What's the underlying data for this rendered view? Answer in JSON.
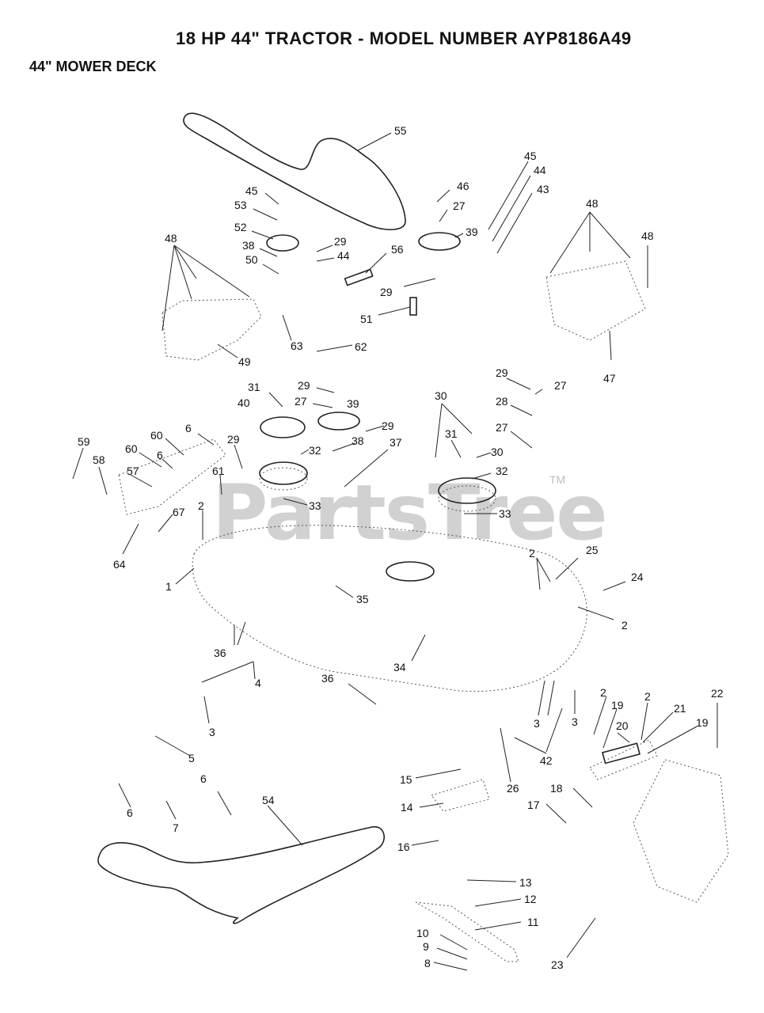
{
  "header": {
    "title": "18 HP 44\" TRACTOR - MODEL NUMBER AYP8186A49",
    "subtitle": "44\" MOWER DECK"
  },
  "watermark": {
    "text": "PartsTree",
    "tm": "TM"
  },
  "callouts": [
    {
      "id": "c55",
      "label": "55"
    },
    {
      "id": "c45a",
      "label": "45"
    },
    {
      "id": "c44a",
      "label": "44"
    },
    {
      "id": "c43",
      "label": "43"
    },
    {
      "id": "c46",
      "label": "46"
    },
    {
      "id": "c27a",
      "label": "27"
    },
    {
      "id": "c39a",
      "label": "39"
    },
    {
      "id": "c45b",
      "label": "45"
    },
    {
      "id": "c53",
      "label": "53"
    },
    {
      "id": "c52",
      "label": "52"
    },
    {
      "id": "c38a",
      "label": "38"
    },
    {
      "id": "c50",
      "label": "50"
    },
    {
      "id": "c29a",
      "label": "29"
    },
    {
      "id": "c44b",
      "label": "44"
    },
    {
      "id": "c56",
      "label": "56"
    },
    {
      "id": "c29b",
      "label": "29"
    },
    {
      "id": "c51",
      "label": "51"
    },
    {
      "id": "c48a",
      "label": "48"
    },
    {
      "id": "c48b",
      "label": "48"
    },
    {
      "id": "c48c",
      "label": "48"
    },
    {
      "id": "c47",
      "label": "47"
    },
    {
      "id": "c63",
      "label": "63"
    },
    {
      "id": "c62",
      "label": "62"
    },
    {
      "id": "c49",
      "label": "49"
    },
    {
      "id": "c31a",
      "label": "31"
    },
    {
      "id": "c29c",
      "label": "29"
    },
    {
      "id": "c27b",
      "label": "27"
    },
    {
      "id": "c39b",
      "label": "39"
    },
    {
      "id": "c40",
      "label": "40"
    },
    {
      "id": "c29d",
      "label": "29"
    },
    {
      "id": "c27c",
      "label": "27"
    },
    {
      "id": "c28",
      "label": "28"
    },
    {
      "id": "c27d",
      "label": "27"
    },
    {
      "id": "c30a",
      "label": "30"
    },
    {
      "id": "c31b",
      "label": "31"
    },
    {
      "id": "c30b",
      "label": "30"
    },
    {
      "id": "c32a",
      "label": "32"
    },
    {
      "id": "c33a",
      "label": "33"
    },
    {
      "id": "c32b",
      "label": "32"
    },
    {
      "id": "c33b",
      "label": "33"
    },
    {
      "id": "c38b",
      "label": "38"
    },
    {
      "id": "c29e",
      "label": "29"
    },
    {
      "id": "c37",
      "label": "37"
    },
    {
      "id": "c6a",
      "label": "6"
    },
    {
      "id": "c29f",
      "label": "29"
    },
    {
      "id": "c60a",
      "label": "60"
    },
    {
      "id": "c60b",
      "label": "60"
    },
    {
      "id": "c6b",
      "label": "6"
    },
    {
      "id": "c59",
      "label": "59"
    },
    {
      "id": "c58",
      "label": "58"
    },
    {
      "id": "c57",
      "label": "57"
    },
    {
      "id": "c61",
      "label": "61"
    },
    {
      "id": "c2a",
      "label": "2"
    },
    {
      "id": "c67",
      "label": "67"
    },
    {
      "id": "c64",
      "label": "64"
    },
    {
      "id": "c1",
      "label": "1"
    },
    {
      "id": "c35",
      "label": "35"
    },
    {
      "id": "c2b",
      "label": "2"
    },
    {
      "id": "c25",
      "label": "25"
    },
    {
      "id": "c24",
      "label": "24"
    },
    {
      "id": "c2c",
      "label": "2"
    },
    {
      "id": "c36a",
      "label": "36"
    },
    {
      "id": "c4",
      "label": "4"
    },
    {
      "id": "c34",
      "label": "34"
    },
    {
      "id": "c36b",
      "label": "36"
    },
    {
      "id": "c3a",
      "label": "3"
    },
    {
      "id": "c3b",
      "label": "3"
    },
    {
      "id": "c3c",
      "label": "3"
    },
    {
      "id": "c2d",
      "label": "2"
    },
    {
      "id": "c19a",
      "label": "19"
    },
    {
      "id": "c2e",
      "label": "2"
    },
    {
      "id": "c21",
      "label": "21"
    },
    {
      "id": "c22",
      "label": "22"
    },
    {
      "id": "c20",
      "label": "20"
    },
    {
      "id": "c19b",
      "label": "19"
    },
    {
      "id": "c42",
      "label": "42"
    },
    {
      "id": "c26",
      "label": "26"
    },
    {
      "id": "c5",
      "label": "5"
    },
    {
      "id": "c15",
      "label": "15"
    },
    {
      "id": "c18",
      "label": "18"
    },
    {
      "id": "c6c",
      "label": "6"
    },
    {
      "id": "c54",
      "label": "54"
    },
    {
      "id": "c14",
      "label": "14"
    },
    {
      "id": "c17",
      "label": "17"
    },
    {
      "id": "c6d",
      "label": "6"
    },
    {
      "id": "c7",
      "label": "7"
    },
    {
      "id": "c16",
      "label": "16"
    },
    {
      "id": "c13",
      "label": "13"
    },
    {
      "id": "c12",
      "label": "12"
    },
    {
      "id": "c11",
      "label": "11"
    },
    {
      "id": "c10",
      "label": "10"
    },
    {
      "id": "c9",
      "label": "9"
    },
    {
      "id": "c8",
      "label": "8"
    },
    {
      "id": "c23",
      "label": "23"
    }
  ]
}
